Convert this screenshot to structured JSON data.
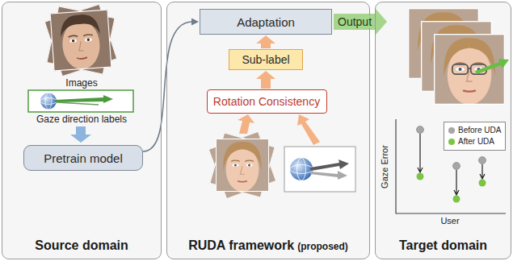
{
  "diagram": {
    "nodes": [
      {
        "text": [
          "Source domain"
        ]
      },
      {
        "text": [
          "Pretrain model"
        ],
        "in": 0
      },
      {
        "text": [
          "RUDA framework",
          "(proposed)"
        ]
      },
      {
        "text": [
          "Adaptation"
        ],
        "in": 2
      },
      {
        "text": [
          "Sub-label"
        ],
        "in": 2
      },
      {
        "text": [
          "Rotation Consistency"
        ],
        "in": 2
      },
      {
        "text": [
          "Target domain"
        ]
      }
    ],
    "edges": [
      {
        "from": 1,
        "to": 3,
        "arrow": "to"
      },
      {
        "from": 4,
        "to": 3,
        "arrow": "to"
      },
      {
        "from": 5,
        "to": 4,
        "arrow": "to"
      },
      {
        "from": 3,
        "to": 6,
        "label": "Output",
        "arrow": "to"
      }
    ],
    "labels": [
      "Images",
      "Gaze direction labels",
      "Gaze Error",
      "User"
    ],
    "legend": [
      {
        "text": "Before UDA",
        "color": "#a6a6a6"
      },
      {
        "text": "After UDA",
        "color": "#7cc444"
      }
    ]
  }
}
